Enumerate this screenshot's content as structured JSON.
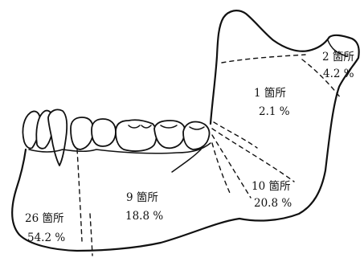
{
  "regions": [
    {
      "id": "coronoid",
      "count": "2 箇所",
      "percent": "4.2 %"
    },
    {
      "id": "ramus",
      "count": "1 箇所",
      "percent": "2.1 %"
    },
    {
      "id": "angle",
      "count": "10 箇所",
      "percent": "20.8 %"
    },
    {
      "id": "body",
      "count": "9 箇所",
      "percent": "18.8 %"
    },
    {
      "id": "symphysis",
      "count": "26 箇所",
      "percent": "54.2 %"
    }
  ]
}
